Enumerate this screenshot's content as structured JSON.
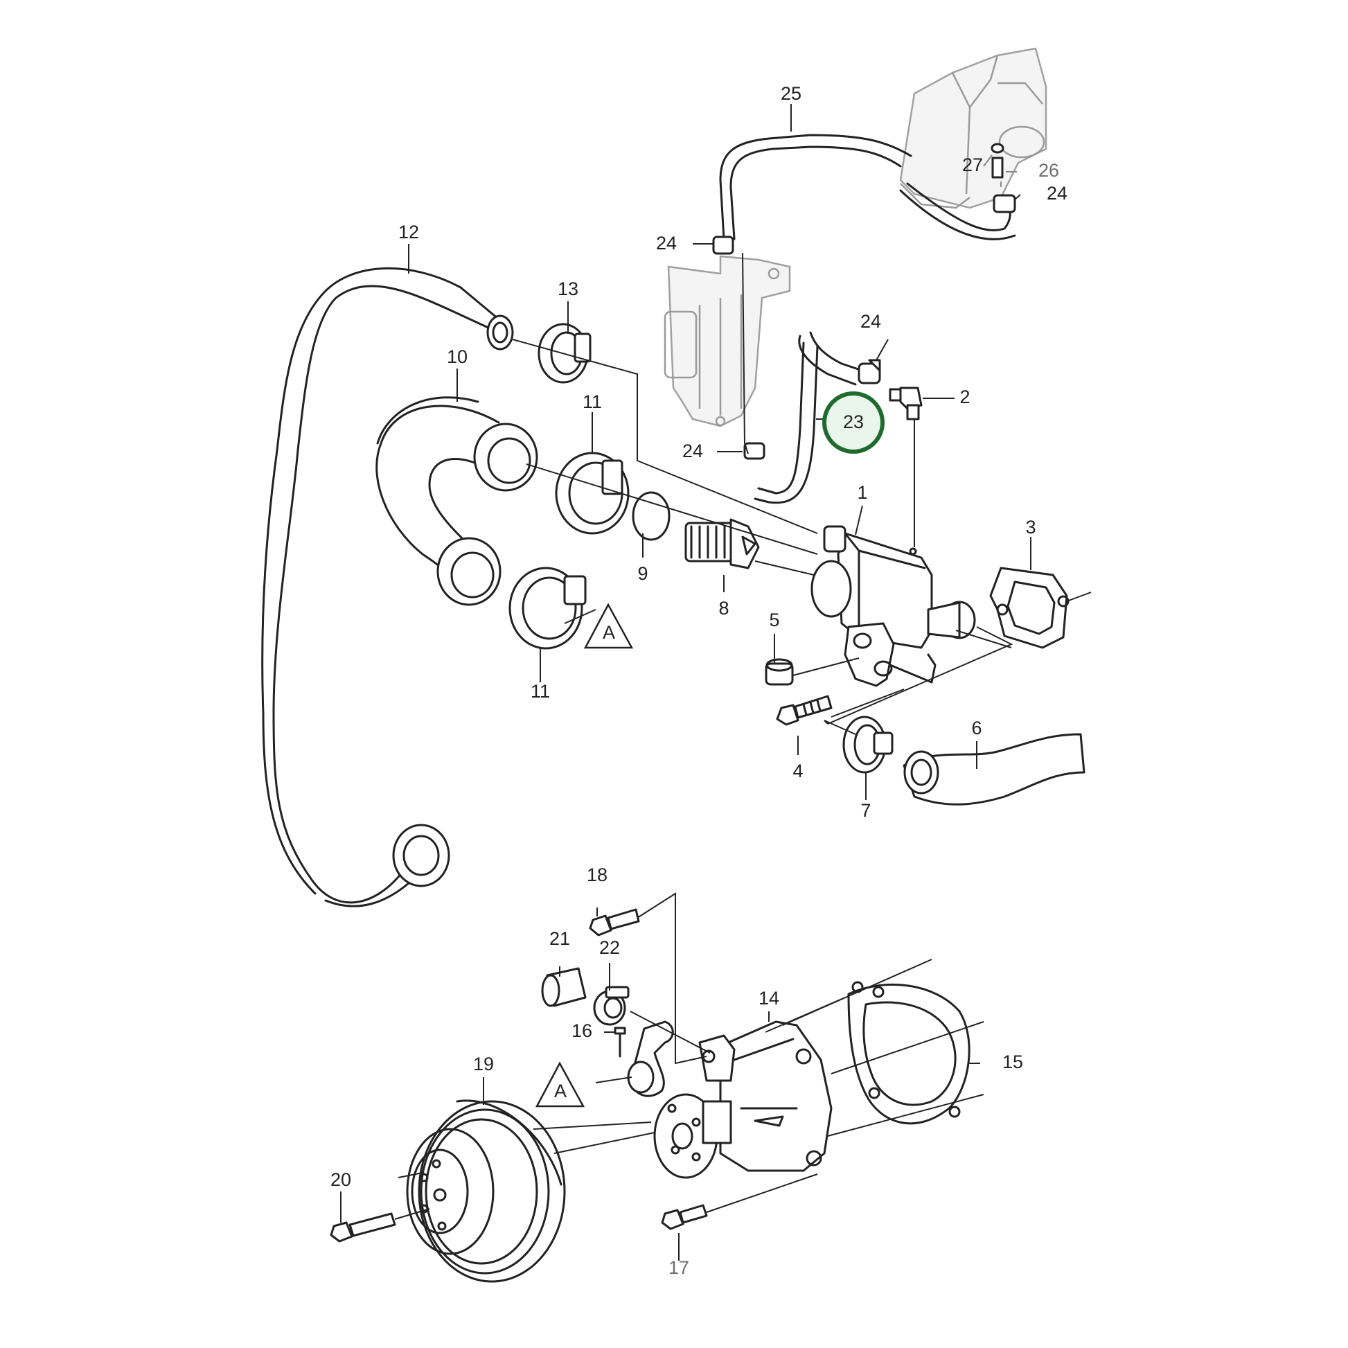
{
  "callouts": {
    "c1": "1",
    "c2": "2",
    "c3": "3",
    "c4": "4",
    "c5": "5",
    "c6": "6",
    "c7": "7",
    "c8": "8",
    "c9": "9",
    "c10": "10",
    "c11a": "11",
    "c11b": "11",
    "c12": "12",
    "c13": "13",
    "c14": "14",
    "c15": "15",
    "c16": "16",
    "c17": "17",
    "c18": "18",
    "c19": "19",
    "c20": "20",
    "c21": "21",
    "c22": "22",
    "c23": "23",
    "c24a": "24",
    "c24b": "24",
    "c24c": "24",
    "c24d": "24",
    "c25": "25",
    "c26": "26",
    "c27": "27"
  },
  "references": {
    "a1": "A",
    "a2": "A"
  },
  "highlight": {
    "part": "23",
    "ring_color": "#1f6b2e",
    "fill_color": "#eaf6ec"
  }
}
